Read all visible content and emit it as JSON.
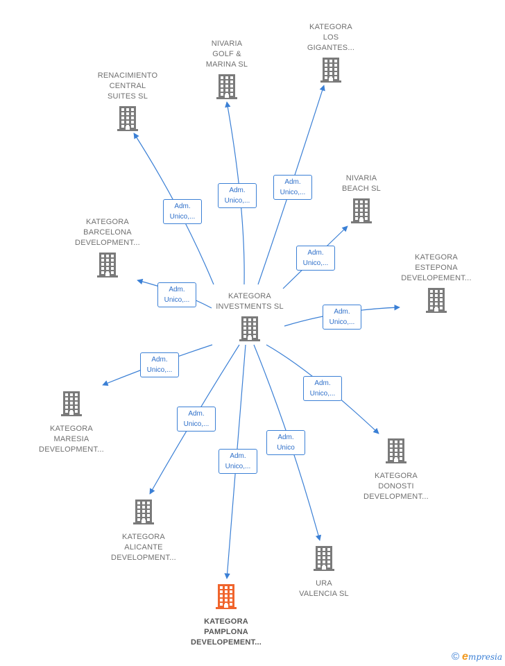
{
  "center": {
    "id": "investments",
    "label": "KATEGORA\nINVESTMENTS SL"
  },
  "nodes": [
    {
      "id": "renacimiento",
      "label": "RENACIMIENTO\nCENTRAL\nSUITES  SL",
      "label_pos": "above"
    },
    {
      "id": "nivaria_golf",
      "label": "NIVARIA\nGOLF &\nMARINA  SL",
      "label_pos": "above"
    },
    {
      "id": "los_gigantes",
      "label": "KATEGORA\nLOS\nGIGANTES...",
      "label_pos": "above"
    },
    {
      "id": "nivaria_beach",
      "label": "NIVARIA\nBEACH  SL",
      "label_pos": "above"
    },
    {
      "id": "barcelona",
      "label": "KATEGORA\nBARCELONA\nDEVELOPMENT...",
      "label_pos": "above"
    },
    {
      "id": "estepona",
      "label": "KATEGORA\nESTEPONA\nDEVELOPEMENT...",
      "label_pos": "above"
    },
    {
      "id": "maresia",
      "label": "KATEGORA\nMARESIA\nDEVELOPMENT...",
      "label_pos": "below"
    },
    {
      "id": "donosti",
      "label": "KATEGORA\nDONOSTI\nDEVELOPMENT...",
      "label_pos": "below"
    },
    {
      "id": "alicante",
      "label": "KATEGORA\nALICANTE\nDEVELOPMENT...",
      "label_pos": "below"
    },
    {
      "id": "ura",
      "label": "URA\nVALENCIA  SL",
      "label_pos": "below"
    },
    {
      "id": "pamplona",
      "label": "KATEGORA\nPAMPLONA\nDEVELOPEMENT...",
      "label_pos": "below",
      "highlight": true
    }
  ],
  "edges": [
    {
      "to": "renacimiento",
      "label": "Adm.\nUnico,..."
    },
    {
      "to": "nivaria_golf",
      "label": "Adm.\nUnico,..."
    },
    {
      "to": "los_gigantes",
      "label": "Adm.\nUnico,..."
    },
    {
      "to": "nivaria_beach",
      "label": "Adm.\nUnico,..."
    },
    {
      "to": "barcelona",
      "label": "Adm.\nUnico,..."
    },
    {
      "to": "estepona",
      "label": "Adm.\nUnico,..."
    },
    {
      "to": "maresia",
      "label": "Adm.\nUnico,..."
    },
    {
      "to": "donosti",
      "label": "Adm.\nUnico,..."
    },
    {
      "to": "alicante",
      "label": "Adm.\nUnico,..."
    },
    {
      "to": "ura",
      "label": "Adm.\nUnico"
    },
    {
      "to": "pamplona",
      "label": "Adm.\nUnico,..."
    }
  ],
  "colors": {
    "edge": "#3a7fd5",
    "building": "#7a7a7a",
    "highlight": "#f0642c"
  },
  "footer": {
    "copyright": "©",
    "brand_initial": "e",
    "brand_rest": "mpresia"
  }
}
